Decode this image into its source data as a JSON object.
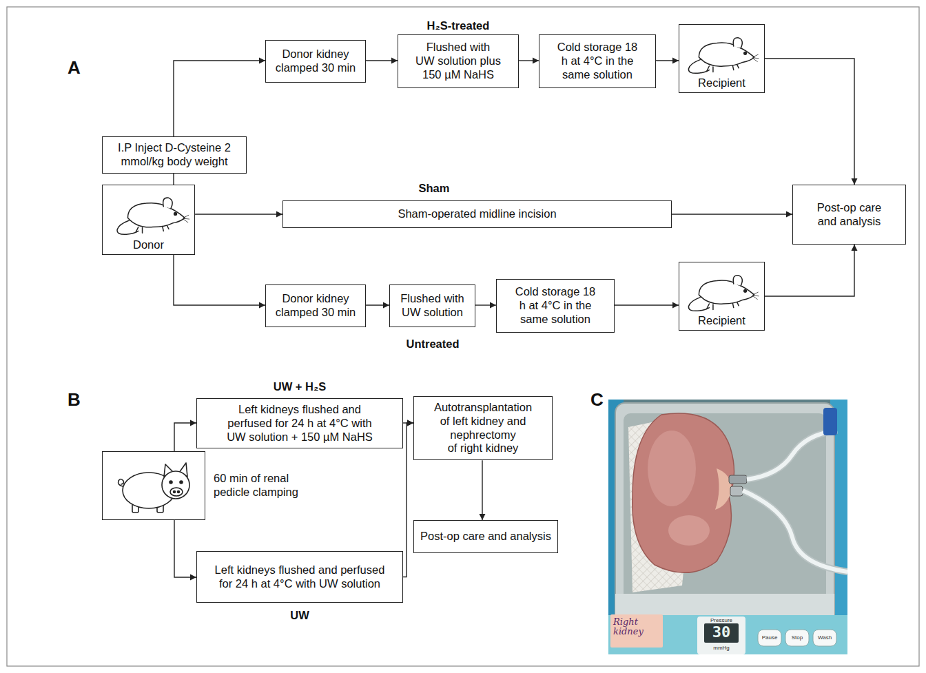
{
  "diagram": {
    "nodes": [
      {
        "text": [
          "I.P Inject D-Cysteine 2 mmol/kg body weight"
        ]
      },
      {
        "text": [
          "Donor"
        ]
      },
      {
        "text": [
          "Donor kidney clamped 30 min"
        ]
      },
      {
        "text": [
          "Flushed with UW solution plus 150 µM NaHS"
        ]
      },
      {
        "text": [
          "Cold storage 18 h at 4°C in the same solution"
        ]
      },
      {
        "text": [
          "Recipient"
        ]
      },
      {
        "text": [
          "Sham-operated midline incision"
        ]
      },
      {
        "text": [
          "Post-op care and analysis"
        ]
      },
      {
        "text": [
          "Donor kidney clamped 30 min"
        ]
      },
      {
        "text": [
          "Flushed with UW solution"
        ]
      },
      {
        "text": [
          "Cold storage 18 h at 4°C in the same solution"
        ]
      },
      {
        "text": [
          "Recipient"
        ]
      },
      {
        "text": [
          "60 min of renal pedicle clamping"
        ]
      },
      {
        "text": [
          "Left kidneys flushed and perfused for 24 h at 4°C with UW solution + 150 µM NaHS"
        ]
      },
      {
        "text": [
          "Left kidneys flushed and perfused for 24 h at 4°C with UW solution"
        ]
      },
      {
        "text": [
          "Autotransplantation of left kidney and nephrectomy of right kidney"
        ]
      },
      {
        "text": [
          "Post-op care and analysis"
        ]
      }
    ],
    "edges": [
      {
        "from": 0,
        "to": 2,
        "arrow": "to"
      },
      {
        "from": 1,
        "to": 0,
        "arrow": "none"
      },
      {
        "from": 1,
        "to": 6,
        "arrow": "to"
      },
      {
        "from": 1,
        "to": 8,
        "arrow": "to"
      },
      {
        "from": 2,
        "to": 3,
        "arrow": "to"
      },
      {
        "from": 3,
        "to": 4,
        "arrow": "to"
      },
      {
        "from": 4,
        "to": 5,
        "arrow": "to"
      },
      {
        "from": 5,
        "to": 7,
        "arrow": "to"
      },
      {
        "from": 6,
        "to": 7,
        "arrow": "to"
      },
      {
        "from": 8,
        "to": 9,
        "arrow": "to"
      },
      {
        "from": 9,
        "to": 10,
        "arrow": "to"
      },
      {
        "from": 10,
        "to": 11,
        "arrow": "to"
      },
      {
        "from": 11,
        "to": 7,
        "arrow": "to"
      },
      {
        "from": 12,
        "to": 13,
        "arrow": "to"
      },
      {
        "from": 12,
        "to": 14,
        "arrow": "to"
      },
      {
        "from": 13,
        "to": 15,
        "arrow": "to"
      },
      {
        "from": 14,
        "to": 15,
        "arrow": "to"
      },
      {
        "from": 15,
        "to": 16,
        "arrow": "to"
      }
    ],
    "labels": [
      "A",
      "H₂S-treated",
      "Sham",
      "Untreated",
      "B",
      "UW + H₂S",
      "UW",
      "C",
      "Pressure",
      "30",
      "mmHg",
      "Pause",
      "Stop",
      "Wash",
      "Right kidney"
    ]
  }
}
